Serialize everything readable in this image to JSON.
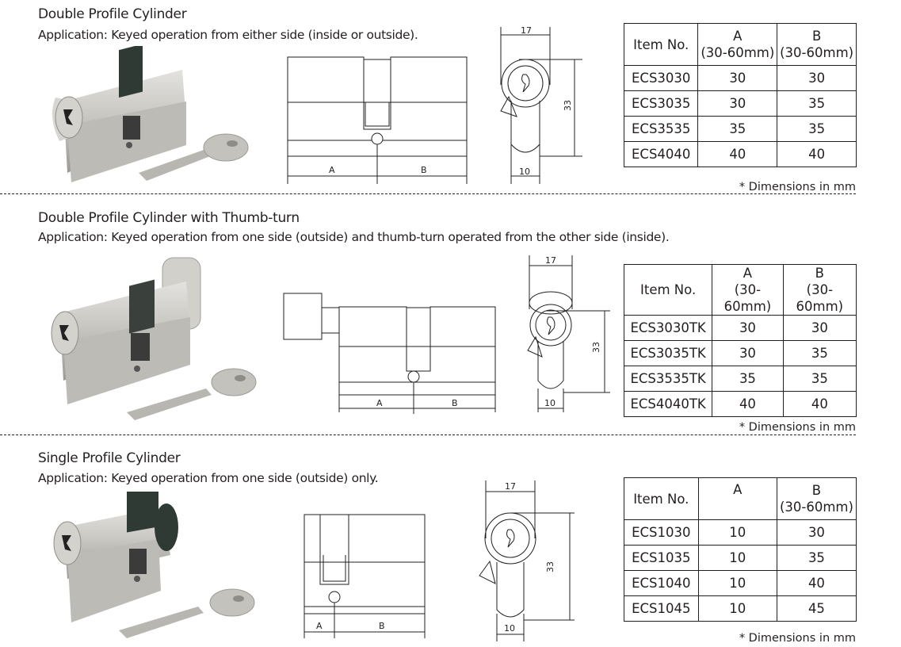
{
  "sections": [
    {
      "title": "Double Profile Cylinder",
      "application": "Application: Keyed operation from either side (inside or outside).",
      "photo_icon": "double-cylinder-with-key-photo",
      "drawing": {
        "dim_a": "A",
        "dim_b": "B",
        "width_17": "17",
        "height_33": "33",
        "width_10": "10"
      },
      "table": {
        "headers": [
          {
            "label": "Item No.",
            "sub": ""
          },
          {
            "label": "A",
            "sub": "(30-60mm)"
          },
          {
            "label": "B",
            "sub": "(30-60mm)"
          }
        ],
        "rows": [
          [
            "ECS3030",
            "30",
            "30"
          ],
          [
            "ECS3035",
            "30",
            "35"
          ],
          [
            "ECS3535",
            "35",
            "35"
          ],
          [
            "ECS4040",
            "40",
            "40"
          ]
        ]
      },
      "note": "* Dimensions in mm"
    },
    {
      "title": "Double Profile Cylinder with Thumb-turn",
      "application": "Application: Keyed operation from one side (outside) and thumb-turn operated from the other side (inside).",
      "photo_icon": "thumbturn-cylinder-with-key-photo",
      "drawing": {
        "dim_a": "A",
        "dim_b": "B",
        "width_17": "17",
        "height_33": "33",
        "width_10": "10"
      },
      "table": {
        "headers": [
          {
            "label": "Item No.",
            "sub": ""
          },
          {
            "label": "A",
            "sub": "(30-60mm)"
          },
          {
            "label": "B",
            "sub": "(30-60mm)"
          }
        ],
        "rows": [
          [
            "ECS3030TK",
            "30",
            "30"
          ],
          [
            "ECS3035TK",
            "30",
            "35"
          ],
          [
            "ECS3535TK",
            "35",
            "35"
          ],
          [
            "ECS4040TK",
            "40",
            "40"
          ]
        ]
      },
      "note": "* Dimensions in mm"
    },
    {
      "title": "Single Profile Cylinder",
      "application": "Application: Keyed operation from one side (outside) only.",
      "photo_icon": "single-cylinder-with-key-photo",
      "drawing": {
        "dim_a": "A",
        "dim_b": "B",
        "width_17": "17",
        "height_33": "33",
        "width_10": "10"
      },
      "table": {
        "headers": [
          {
            "label": "Item No.",
            "sub": ""
          },
          {
            "label": "A",
            "sub": ""
          },
          {
            "label": "B",
            "sub": "(30-60mm)"
          }
        ],
        "rows": [
          [
            "ECS1030",
            "10",
            "30"
          ],
          [
            "ECS1035",
            "10",
            "35"
          ],
          [
            "ECS1040",
            "10",
            "40"
          ],
          [
            "ECS1045",
            "10",
            "45"
          ]
        ]
      },
      "note": "* Dimensions in mm"
    }
  ],
  "colors": {
    "text": "#231f20",
    "metal": "#c9c7c2",
    "metal_dark": "#8e8c87",
    "cam": "#2f3a35"
  }
}
